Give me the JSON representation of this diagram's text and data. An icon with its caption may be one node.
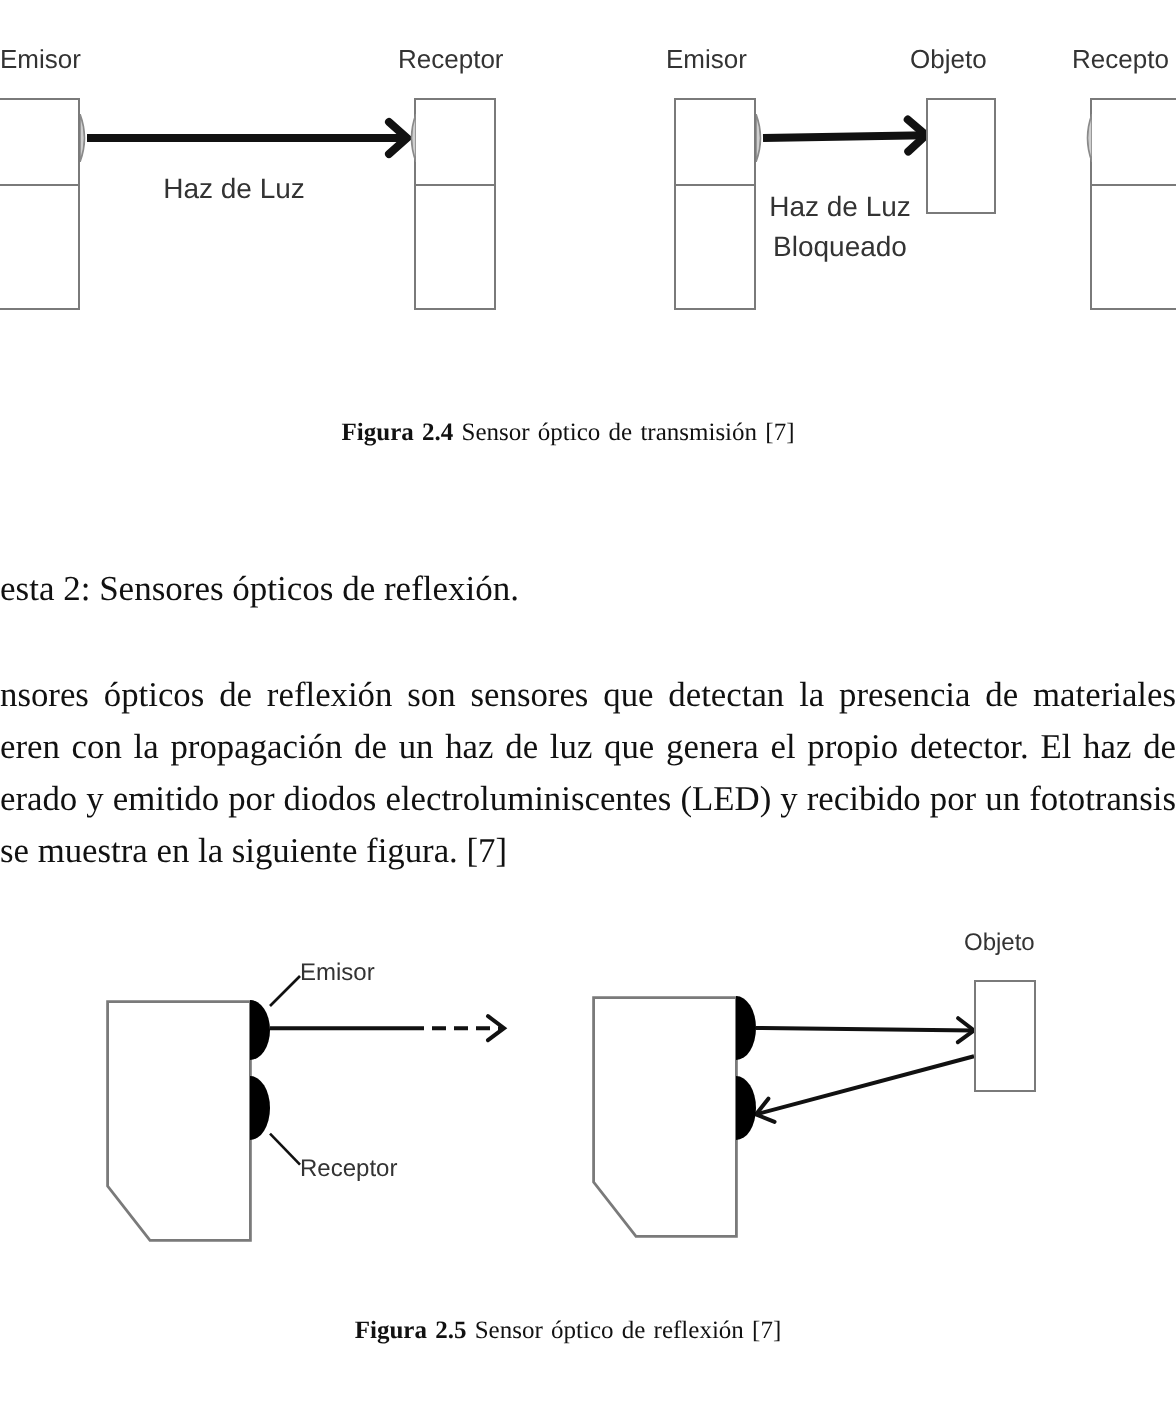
{
  "diagram": {
    "nodes": [
      {
        "text": [
          "Emisor"
        ]
      },
      {
        "text": [
          "Receptor"
        ]
      },
      {
        "text": [
          "Emisor"
        ]
      },
      {
        "text": [
          "Objeto"
        ]
      },
      {
        "text": [
          "Recepto"
        ]
      },
      {
        "text": [
          "Emisor"
        ]
      },
      {
        "text": [],
        "shape": "box"
      },
      {
        "text": [],
        "shape": "semicircle"
      },
      {
        "text": [],
        "shape": "semicircle"
      },
      {
        "text": [
          "Receptor"
        ]
      },
      {
        "text": [],
        "shape": "box"
      },
      {
        "text": [],
        "shape": "semicircle"
      },
      {
        "text": [],
        "shape": "semicircle"
      },
      {
        "text": [
          "Objeto"
        ]
      }
    ],
    "edges": [
      {
        "from": 0,
        "to": 1,
        "arrow": "to",
        "label": "Haz de Luz",
        "style": "thick"
      },
      {
        "from": 2,
        "to": 3,
        "arrow": "to",
        "label": "Haz de Luz Bloqueado",
        "style": "thick"
      },
      {
        "from": 5,
        "to": 7,
        "arrow": "none"
      },
      {
        "from": 9,
        "to": 8,
        "arrow": "none"
      },
      {
        "from": 7,
        "to": null,
        "arrow": "to",
        "style": "dashed"
      },
      {
        "from": 11,
        "to": 13,
        "arrow": "to"
      },
      {
        "from": 13,
        "to": 12,
        "arrow": "to"
      }
    ],
    "labels": [
      "**Figura 2.4** Sensor óptico de transmisión [7]",
      "esta 2: Sensores ópticos de reflexión.",
      "nsores ópticos de reflexión son sensores que detectan la presencia de materiales eren con la propagación de un haz de luz que genera el propio detector. El haz de erado y emitido por diodos electroluminiscentes (LED) y recibido por un fototransis se muestra en la siguiente figura. [7]",
      "**Figura 2.5** Sensor óptico de reflexión [7]"
    ]
  }
}
